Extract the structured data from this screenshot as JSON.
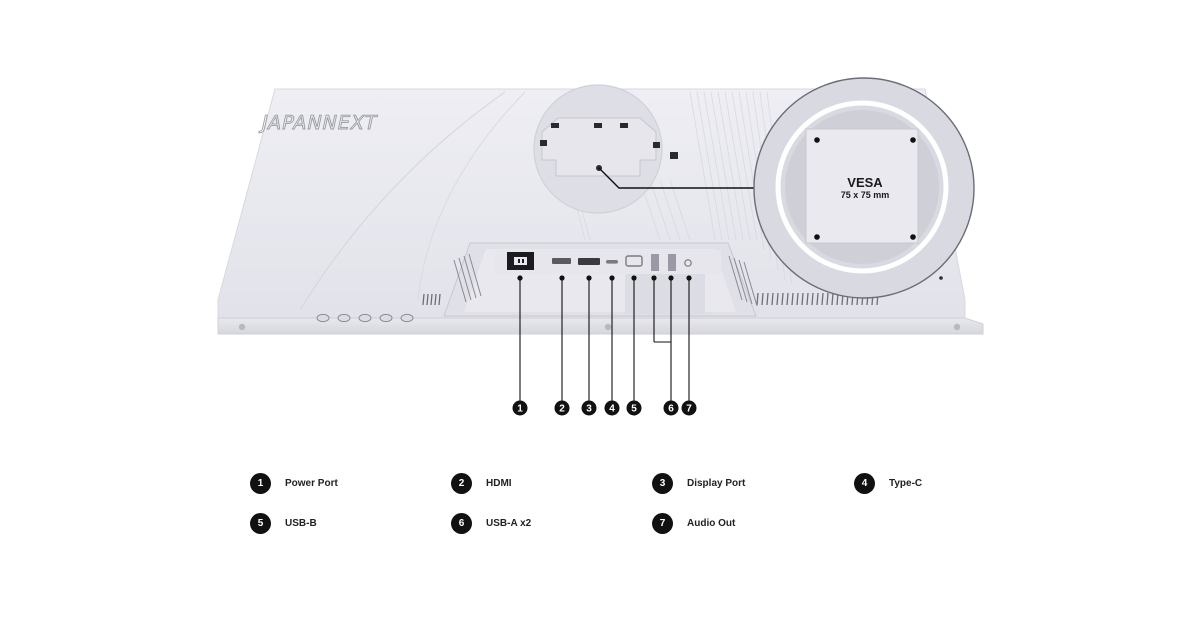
{
  "brand": "JAPANNEXT",
  "vesa": {
    "title": "VESA",
    "size": "75 x 75 mm"
  },
  "callouts": [
    "1",
    "2",
    "3",
    "4",
    "5",
    "6",
    "7"
  ],
  "legend": [
    {
      "num": "1",
      "label": "Power Port"
    },
    {
      "num": "2",
      "label": "HDMI"
    },
    {
      "num": "3",
      "label": "Display Port"
    },
    {
      "num": "4",
      "label": "Type-C"
    },
    {
      "num": "5",
      "label": "USB-B"
    },
    {
      "num": "6",
      "label": "USB-A x2"
    },
    {
      "num": "7",
      "label": "Audio Out"
    }
  ]
}
